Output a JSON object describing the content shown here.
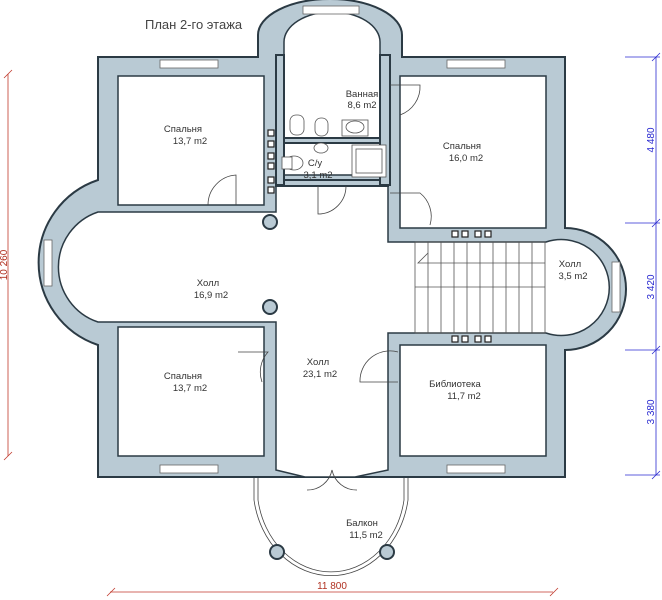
{
  "title": "План 2-го этажа",
  "rooms": [
    {
      "name": "Ванная",
      "area": "8,6 m2"
    },
    {
      "name": "Спальня",
      "area": "13,7 m2"
    },
    {
      "name": "С/у",
      "area": "3,1 m2"
    },
    {
      "name": "Спальня",
      "area": "16,0 m2"
    },
    {
      "name": "Холл",
      "area": "3,5 m2"
    },
    {
      "name": "Холл",
      "area": "16,9 m2"
    },
    {
      "name": "Холл",
      "area": "23,1 m2"
    },
    {
      "name": "Спальня",
      "area": "13,7 m2"
    },
    {
      "name": "Библиотека",
      "area": "11,7 m2"
    },
    {
      "name": "Балкон",
      "area": "11,5 m2"
    }
  ],
  "dimensions": {
    "total_height": "10 260",
    "total_width": "11 800",
    "right_segments": [
      "4 480",
      "3 420",
      "3 380"
    ]
  },
  "colors": {
    "wall": "#b9cad4",
    "dim_red": "#c0392b",
    "dim_blue": "#2a2ad0"
  }
}
